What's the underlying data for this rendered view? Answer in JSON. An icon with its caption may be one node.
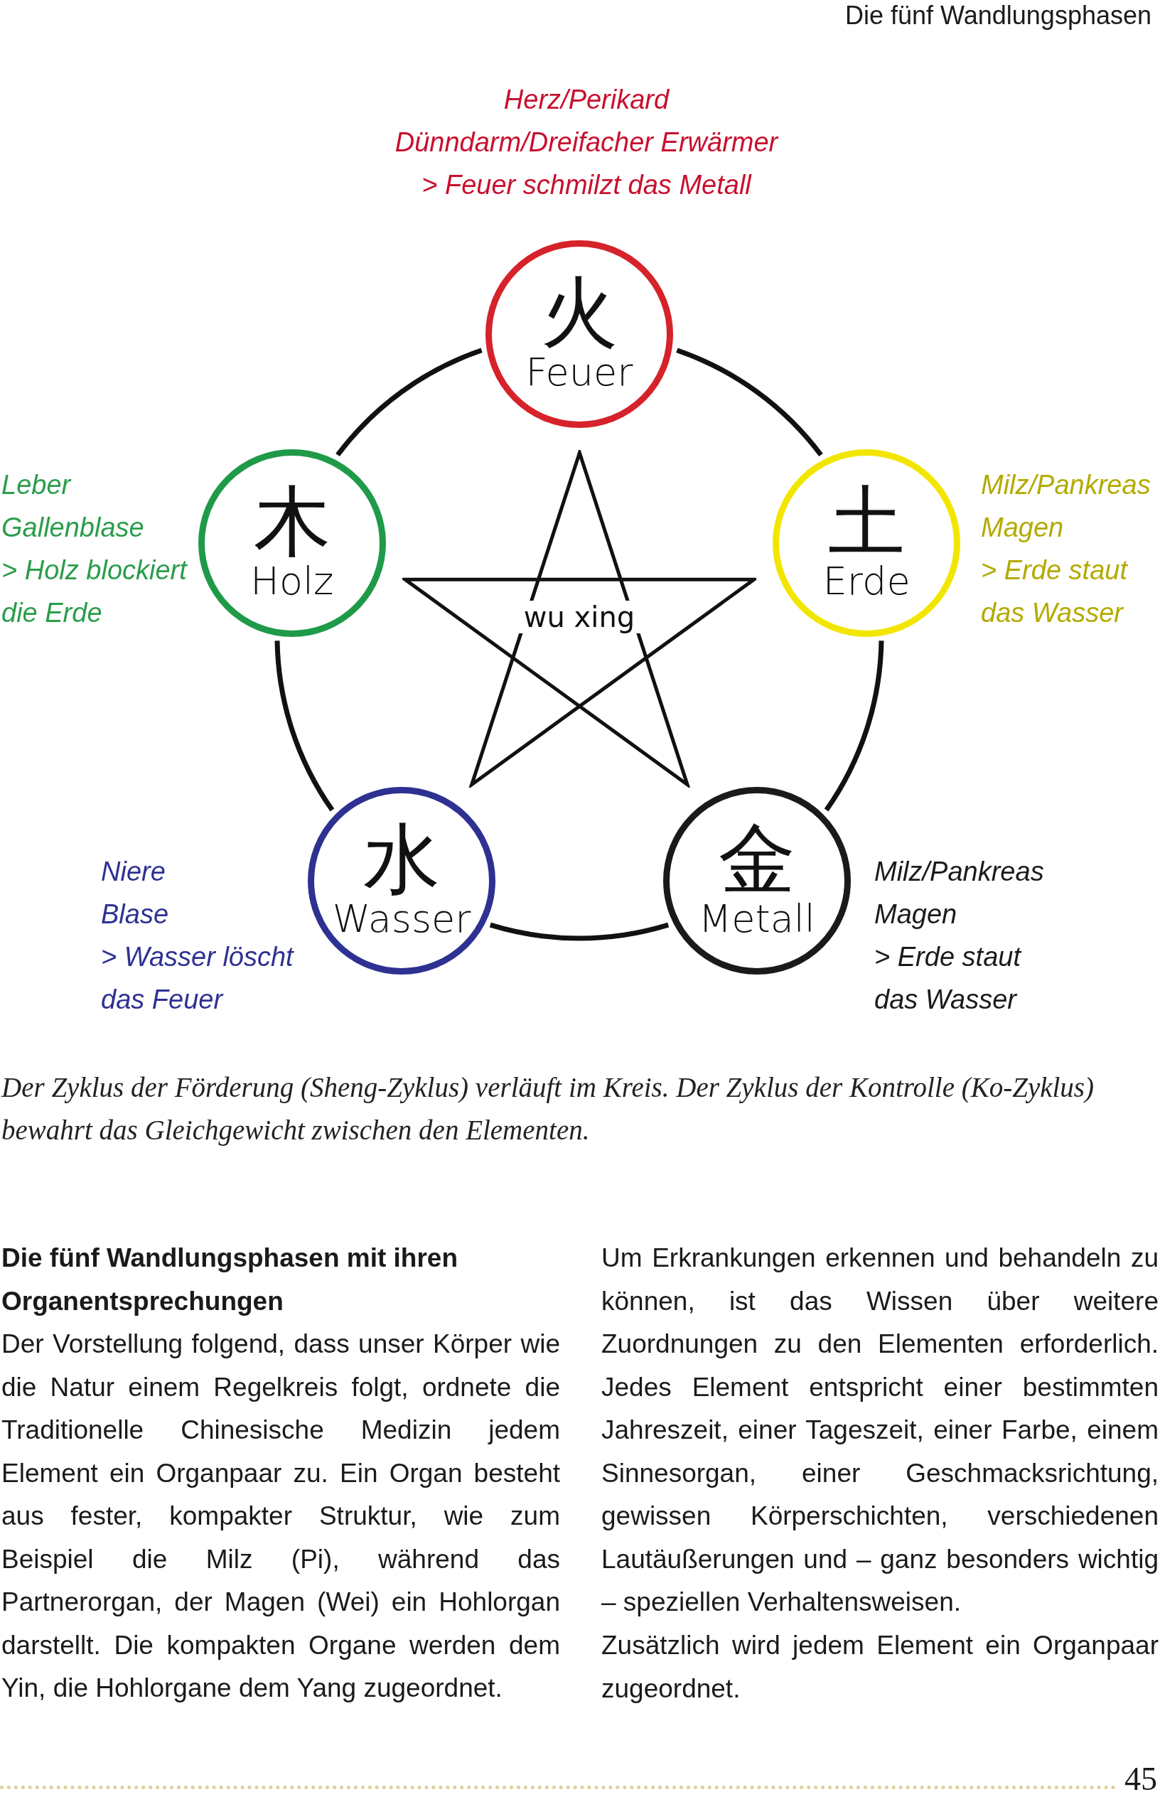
{
  "diagram": {
    "caption": "Der Zyklus der Förderung (Sheng-Zyklus) verläuft im Kreis. Der Zyklus der Kontrolle (Ko-Zyklus) bewahrt das Gleichgewicht zwischen den Elementen.",
    "nodes": [
      {
        "text": [
          "火",
          "Feuer"
        ],
        "beside": [
          "Herz/Perikard",
          "Dünndarm/Dreifacher Erwärmer",
          "> Feuer schmilzt das Metall"
        ]
      },
      {
        "text": [
          "木",
          "Holz"
        ],
        "beside": [
          "Leber",
          "Gallenblase",
          "> Holz blockiert die Erde"
        ]
      },
      {
        "text": [
          "土",
          "Erde"
        ],
        "beside": [
          "Milz/Pankreas",
          "Magen",
          "> Erde staut das Wasser"
        ]
      },
      {
        "text": [
          "wu xing"
        ]
      },
      {
        "text": [
          "水",
          "Wasser"
        ],
        "beside": [
          "Niere",
          "Blase",
          "> Wasser löscht das Feuer"
        ]
      },
      {
        "text": [
          "金",
          "Metall"
        ],
        "beside": [
          "Milz/Pankreas",
          "Magen",
          "> Erde staut das Wasser"
        ]
      }
    ],
    "edges": [
      {
        "from": 0,
        "to": 2,
        "arrow": "none"
      },
      {
        "from": 2,
        "to": 5,
        "arrow": "none"
      },
      {
        "from": 5,
        "to": 4,
        "arrow": "none"
      },
      {
        "from": 4,
        "to": 1,
        "arrow": "none"
      },
      {
        "from": 1,
        "to": 0,
        "arrow": "none"
      }
    ],
    "labels": [
      "Die fünf Wandlungsphasen",
      "Die fünf Wandlungsphasen mit ihren Organentsprechungen",
      "Der Vorstellung folgend, dass unser Körper wie die Natur einem Regelkreis folgt, ordnete die Traditionelle Chinesische Medizin jedem Element ein Organpaar zu. Ein Organ besteht aus fester, kompakter Struktur, wie zum Beispiel die Milz (Pi), während das Partnerorgan, der Magen (Wei) ein Hohlorgan darstellt. Die kompakten Organe werden dem Yin, die Hohlorgane dem Yang zugeordnet.",
      "Um Erkrankungen erkennen und behandeln zu können, ist das Wissen über weitere Zuordnungen zu den Elementen erforderlich. Jedes Element entspricht einer bestimmten Jahreszeit, einer Tageszeit, einer Farbe, einem Sinnesorgan, einer Geschmacksrichtung, gewissen Körperschichten, verschiedenen Lautäußerungen und – ganz besonders wichtig – speziellen Verhaltensweisen.",
      "Zusätzlich wird jedem Element ein Organpaar zugeordnet.",
      "45"
    ]
  }
}
